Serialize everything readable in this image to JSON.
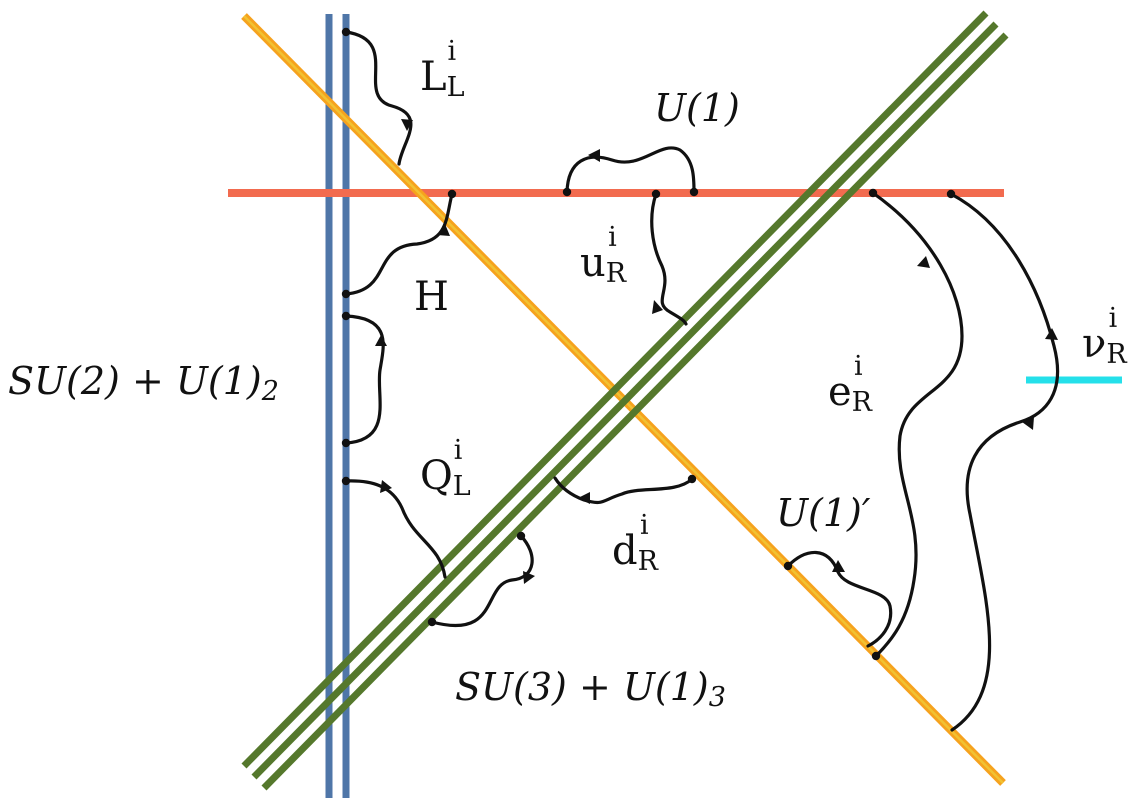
{
  "branes": {
    "colors": {
      "su2_stack": "#4f76a8",
      "higgs_brane": "#f26b4f",
      "orange_diagonal": "#f6a21e",
      "orange_diagonal_core": "#f1c232",
      "su3_stack": "#55782c",
      "nu_brane": "#25e0ea"
    },
    "su2_label": {
      "main": "SU(2) + U(1)",
      "sub": "2"
    },
    "su3_label": {
      "main": "SU(3) + U(1)",
      "sub": "3"
    },
    "u1_label": "U(1)",
    "u1_prime_label": "U(1)′"
  },
  "strings": {
    "lepton_doublet": {
      "base": "L",
      "sub": "L",
      "sup": "i"
    },
    "higgs": {
      "base": "H"
    },
    "up_quark": {
      "base": "u",
      "sub": "R",
      "sup": "i"
    },
    "quark_doublet": {
      "base": "Q",
      "sub": "L",
      "sup": "i"
    },
    "down_quark": {
      "base": "d",
      "sub": "R",
      "sup": "i"
    },
    "electron": {
      "base": "e",
      "sub": "R",
      "sup": "i"
    },
    "neutrino": {
      "base": "ν",
      "sub": "R",
      "sup": "i"
    }
  }
}
